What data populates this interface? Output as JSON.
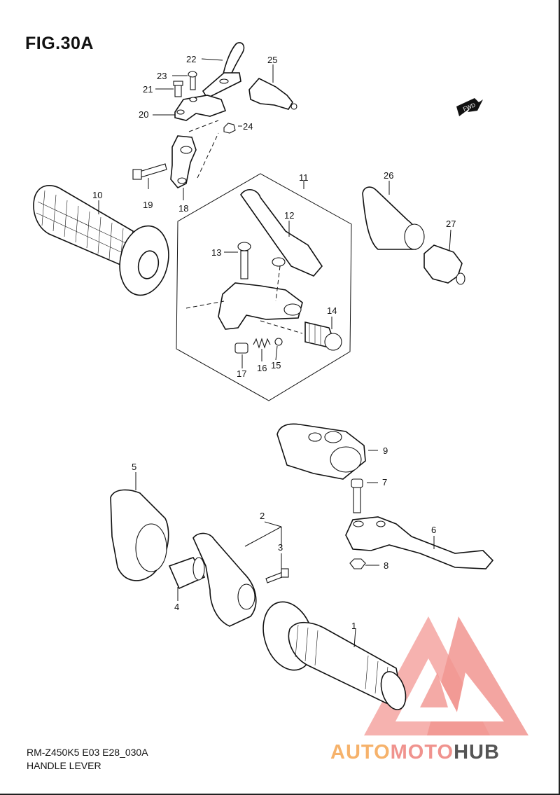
{
  "figure": {
    "title": "FIG.30A",
    "model_code": "RM-Z450K5 E03 E28_030A",
    "name": "HANDLE LEVER"
  },
  "callouts": [
    "1",
    "2",
    "3",
    "4",
    "5",
    "6",
    "7",
    "8",
    "9",
    "10",
    "11",
    "12",
    "13",
    "14",
    "15",
    "16",
    "17",
    "18",
    "19",
    "20",
    "21",
    "22",
    "23",
    "24",
    "25",
    "26",
    "27"
  ],
  "badge": {
    "label": "FWD"
  },
  "watermark": {
    "text_a": "AUTO",
    "text_b": "MOTO",
    "text_c": "HUB",
    "colors": {
      "primary": "#f0938e",
      "secondary": "#f6b26b",
      "dark": "#555555"
    }
  }
}
